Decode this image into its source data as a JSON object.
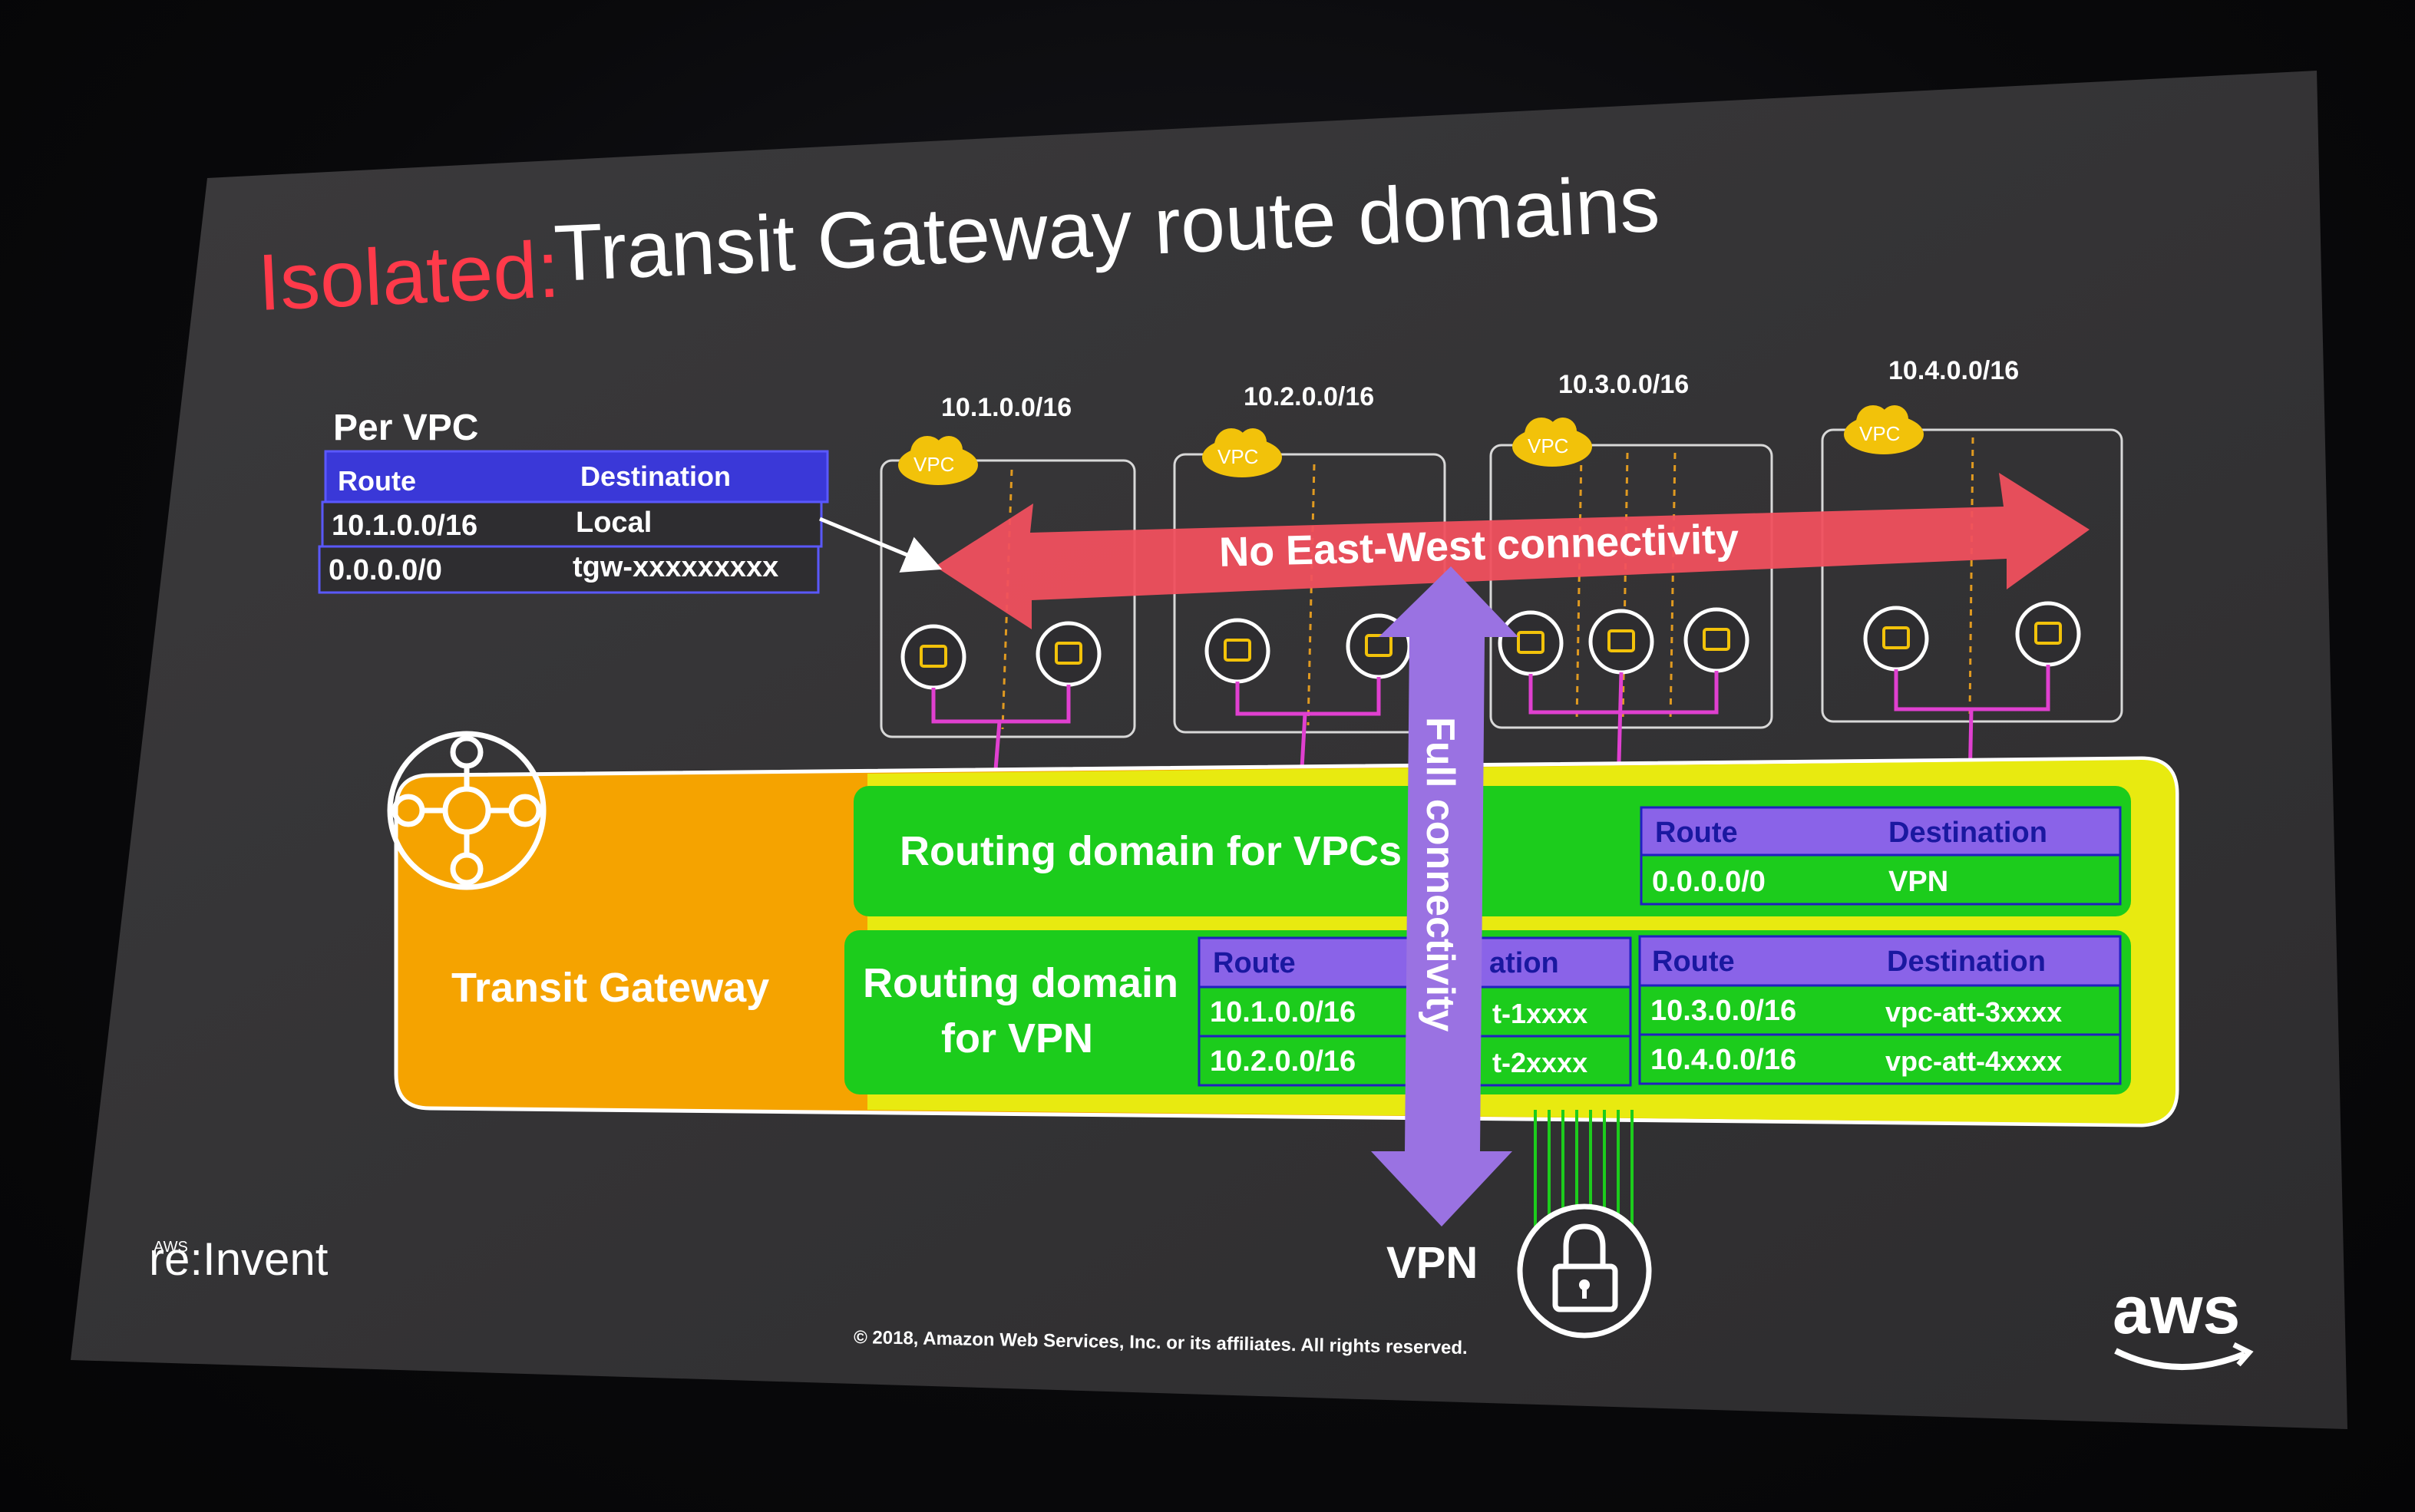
{
  "slide": {
    "title_prefix": "Isolated:",
    "title_main": "Transit Gateway route domains",
    "per_vpc_label": "Per VPC",
    "per_vpc_table": {
      "headers": [
        "Route",
        "Destination"
      ],
      "rows": [
        [
          "10.1.0.0/16",
          "Local"
        ],
        [
          "0.0.0.0/0",
          "tgw-xxxxxxxxx"
        ]
      ]
    },
    "vpcs": [
      {
        "cidr": "10.1.0.0/16",
        "badge": "VPC"
      },
      {
        "cidr": "10.2.0.0/16",
        "badge": "VPC"
      },
      {
        "cidr": "10.3.0.0/16",
        "badge": "VPC"
      },
      {
        "cidr": "10.4.0.0/16",
        "badge": "VPC"
      }
    ],
    "east_west_label": "No East-West connectivity",
    "full_connectivity_label": "Full connectivity",
    "transit_gateway_label": "Transit Gateway",
    "routing_vpcs_label": "Routing domain for VPCs",
    "routing_vpn_label_line1": "Routing domain",
    "routing_vpn_label_line2": "for VPN",
    "vpc_domain_table": {
      "headers": [
        "Route",
        "Destination"
      ],
      "rows": [
        [
          "0.0.0.0/0",
          "VPN"
        ]
      ]
    },
    "vpn_table_left": {
      "headers": [
        "Route",
        "ation"
      ],
      "rows": [
        [
          "10.1.0.0/16",
          "t-1xxxx"
        ],
        [
          "10.2.0.0/16",
          "t-2xxxx"
        ]
      ]
    },
    "vpn_table_right": {
      "headers": [
        "Route",
        "Destination"
      ],
      "rows": [
        [
          "10.3.0.0/16",
          "vpc-att-3xxxx"
        ],
        [
          "10.4.0.0/16",
          "vpc-att-4xxxx"
        ]
      ]
    },
    "vpn_label": "VPN",
    "brand_left_small": "AWS",
    "brand_left": "re:Invent",
    "brand_right": "aws",
    "copyright": "© 2018, Amazon Web Services, Inc. or its affiliates. All rights reserved.",
    "colors": {
      "accent_red": "#ff3a4a",
      "arrow_red": "#f0505e",
      "gateway_orange": "#f5a300",
      "domain_green": "#1ccc1c",
      "table_blue": "#3a38d8",
      "table_purple": "#8a63e8",
      "arrow_purple": "#9a72e2",
      "vpc_yellow": "#f2c20a",
      "link_magenta": "#e040d0"
    }
  }
}
